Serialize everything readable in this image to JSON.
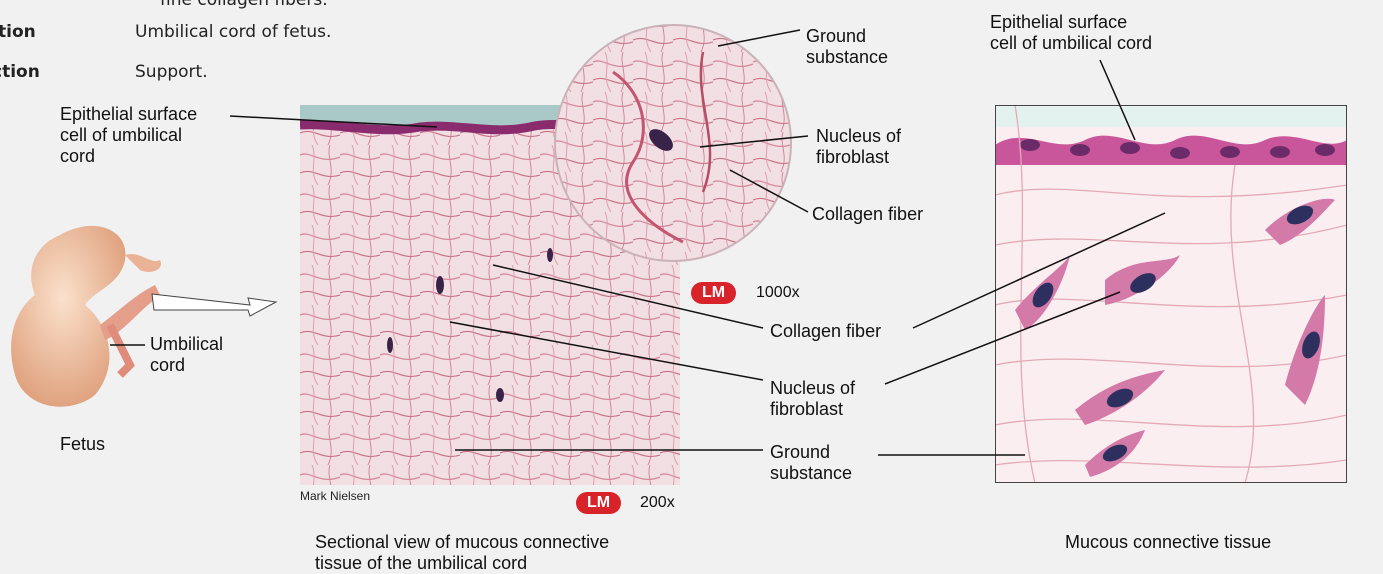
{
  "header": {
    "cut_text": "fine collagen fibers.",
    "rows": [
      {
        "label": "tion",
        "value": "Umbilical cord of fetus."
      },
      {
        "label": "ction",
        "value": "Support."
      }
    ]
  },
  "fetus": {
    "caption": "Fetus",
    "cord_label": [
      "Umbilical",
      "cord"
    ],
    "epithelial_label": [
      "Epithelial surface",
      "cell of umbilical",
      "cord"
    ]
  },
  "micrograph": {
    "credit": "Mark Nielsen",
    "badge": "LM",
    "magnification_low": "200x",
    "magnification_high": "1000x",
    "caption": [
      "Sectional view of mucous connective",
      "tissue of the umbilical cord"
    ],
    "inset_labels": {
      "ground": [
        "Ground",
        "substance"
      ],
      "nucleus": [
        "Nucleus of",
        "fibroblast"
      ],
      "collagen": "Collagen fiber"
    },
    "labels": {
      "collagen": "Collagen fiber",
      "nucleus": [
        "Nucleus of",
        "fibroblast"
      ],
      "ground": [
        "Ground",
        "substance"
      ]
    }
  },
  "illustration": {
    "epithelial_label": [
      "Epithelial surface",
      "cell of umbilical cord"
    ],
    "caption": "Mucous connective tissue"
  },
  "colors": {
    "badge": "#d8232a",
    "tissue_pink": "#e8b6c2",
    "epithelium": "#b5428a",
    "nucleus": "#2d2f5e"
  }
}
